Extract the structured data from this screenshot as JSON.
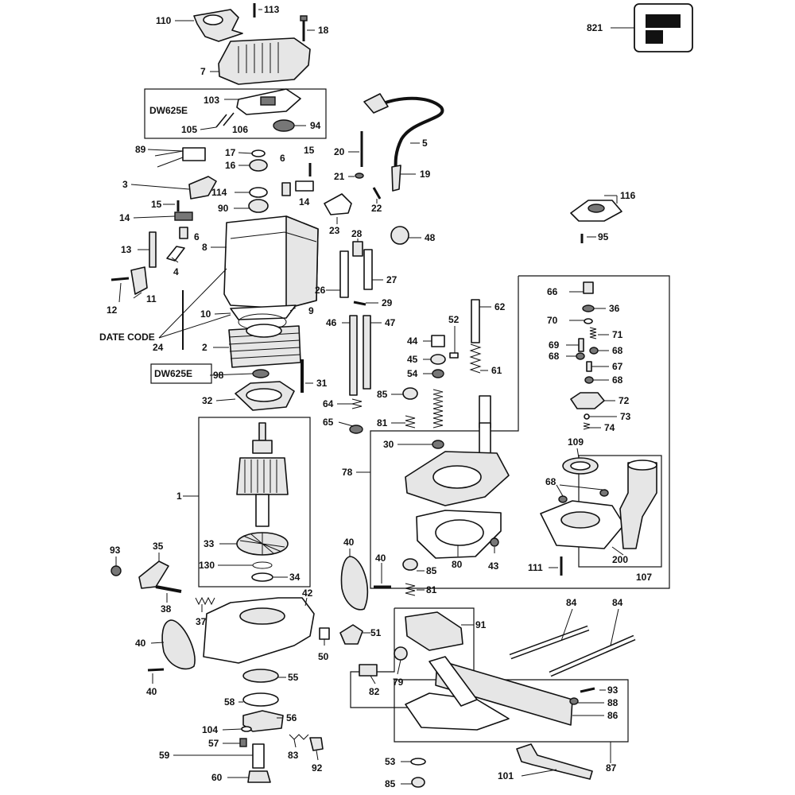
{
  "diagram": {
    "parts": [
      {
        "id": "p110",
        "label": "110"
      },
      {
        "id": "p113",
        "label": "113"
      },
      {
        "id": "p18",
        "label": "18"
      },
      {
        "id": "p7",
        "label": "7"
      },
      {
        "id": "p821",
        "label": "821"
      },
      {
        "id": "p103",
        "label": "103"
      },
      {
        "id": "p105",
        "label": "105"
      },
      {
        "id": "p106",
        "label": "106"
      },
      {
        "id": "p94",
        "label": "94"
      },
      {
        "id": "p89",
        "label": "89"
      },
      {
        "id": "p17",
        "label": "17"
      },
      {
        "id": "p16",
        "label": "16"
      },
      {
        "id": "p15a",
        "label": "15"
      },
      {
        "id": "p6a",
        "label": "6"
      },
      {
        "id": "p3",
        "label": "3"
      },
      {
        "id": "p15b",
        "label": "15"
      },
      {
        "id": "p114",
        "label": "114"
      },
      {
        "id": "p90",
        "label": "90"
      },
      {
        "id": "p14a",
        "label": "14"
      },
      {
        "id": "p14b",
        "label": "14"
      },
      {
        "id": "p6b",
        "label": "6"
      },
      {
        "id": "p13",
        "label": "13"
      },
      {
        "id": "p8",
        "label": "8"
      },
      {
        "id": "p4",
        "label": "4"
      },
      {
        "id": "p12",
        "label": "12"
      },
      {
        "id": "p11",
        "label": "11"
      },
      {
        "id": "p10",
        "label": "10"
      },
      {
        "id": "p9",
        "label": "9"
      },
      {
        "id": "p24",
        "label": "24"
      },
      {
        "id": "p2",
        "label": "2"
      },
      {
        "id": "p98",
        "label": "98"
      },
      {
        "id": "p31",
        "label": "31"
      },
      {
        "id": "p32",
        "label": "32"
      },
      {
        "id": "p20",
        "label": "20"
      },
      {
        "id": "p5",
        "label": "5"
      },
      {
        "id": "p21",
        "label": "21"
      },
      {
        "id": "p19",
        "label": "19"
      },
      {
        "id": "p22",
        "label": "22"
      },
      {
        "id": "p23",
        "label": "23"
      },
      {
        "id": "p28",
        "label": "28"
      },
      {
        "id": "p48",
        "label": "48"
      },
      {
        "id": "p26",
        "label": "26"
      },
      {
        "id": "p27",
        "label": "27"
      },
      {
        "id": "p29",
        "label": "29"
      },
      {
        "id": "p46",
        "label": "46"
      },
      {
        "id": "p47",
        "label": "47"
      },
      {
        "id": "p62",
        "label": "62"
      },
      {
        "id": "p52",
        "label": "52"
      },
      {
        "id": "p44",
        "label": "44"
      },
      {
        "id": "p45",
        "label": "45"
      },
      {
        "id": "p54",
        "label": "54"
      },
      {
        "id": "p61",
        "label": "61"
      },
      {
        "id": "p85a",
        "label": "85"
      },
      {
        "id": "p64",
        "label": "64"
      },
      {
        "id": "p81a",
        "label": "81"
      },
      {
        "id": "p65",
        "label": "65"
      },
      {
        "id": "p30",
        "label": "30"
      },
      {
        "id": "p78",
        "label": "78"
      },
      {
        "id": "p80",
        "label": "80"
      },
      {
        "id": "p43",
        "label": "43"
      },
      {
        "id": "p116",
        "label": "116"
      },
      {
        "id": "p95",
        "label": "95"
      },
      {
        "id": "p66",
        "label": "66"
      },
      {
        "id": "p36",
        "label": "36"
      },
      {
        "id": "p70",
        "label": "70"
      },
      {
        "id": "p71",
        "label": "71"
      },
      {
        "id": "p69",
        "label": "69"
      },
      {
        "id": "p68a",
        "label": "68"
      },
      {
        "id": "p68b",
        "label": "68"
      },
      {
        "id": "p67",
        "label": "67"
      },
      {
        "id": "p68c",
        "label": "68"
      },
      {
        "id": "p72",
        "label": "72"
      },
      {
        "id": "p73",
        "label": "73"
      },
      {
        "id": "p74",
        "label": "74"
      },
      {
        "id": "p109",
        "label": "109"
      },
      {
        "id": "p68d",
        "label": "68"
      },
      {
        "id": "p111",
        "label": "111"
      },
      {
        "id": "p200",
        "label": "200"
      },
      {
        "id": "p107",
        "label": "107"
      },
      {
        "id": "p1",
        "label": "1"
      },
      {
        "id": "p33",
        "label": "33"
      },
      {
        "id": "p130",
        "label": "130"
      },
      {
        "id": "p34",
        "label": "34"
      },
      {
        "id": "p93a",
        "label": "93"
      },
      {
        "id": "p35",
        "label": "35"
      },
      {
        "id": "p38",
        "label": "38"
      },
      {
        "id": "p40a",
        "label": "40"
      },
      {
        "id": "p40b",
        "label": "40"
      },
      {
        "id": "p85b",
        "label": "85"
      },
      {
        "id": "p81b",
        "label": "81"
      },
      {
        "id": "p42",
        "label": "42"
      },
      {
        "id": "p37",
        "label": "37"
      },
      {
        "id": "p40c",
        "label": "40"
      },
      {
        "id": "p40d",
        "label": "40"
      },
      {
        "id": "p51",
        "label": "51"
      },
      {
        "id": "p50",
        "label": "50"
      },
      {
        "id": "p91",
        "label": "91"
      },
      {
        "id": "p84a",
        "label": "84"
      },
      {
        "id": "p84b",
        "label": "84"
      },
      {
        "id": "p55",
        "label": "55"
      },
      {
        "id": "p82",
        "label": "82"
      },
      {
        "id": "p79",
        "label": "79"
      },
      {
        "id": "p58",
        "label": "58"
      },
      {
        "id": "p56",
        "label": "56"
      },
      {
        "id": "p104",
        "label": "104"
      },
      {
        "id": "p57",
        "label": "57"
      },
      {
        "id": "p83",
        "label": "83"
      },
      {
        "id": "p92",
        "label": "92"
      },
      {
        "id": "p59",
        "label": "59"
      },
      {
        "id": "p60",
        "label": "60"
      },
      {
        "id": "p93b",
        "label": "93"
      },
      {
        "id": "p88",
        "label": "88"
      },
      {
        "id": "p86",
        "label": "86"
      },
      {
        "id": "p53",
        "label": "53"
      },
      {
        "id": "p85c",
        "label": "85"
      },
      {
        "id": "p101",
        "label": "101"
      },
      {
        "id": "p87",
        "label": "87"
      }
    ],
    "variant_box_1": "DW625E",
    "variant_box_2": "DW625E",
    "date_code": "DATE CODE"
  }
}
